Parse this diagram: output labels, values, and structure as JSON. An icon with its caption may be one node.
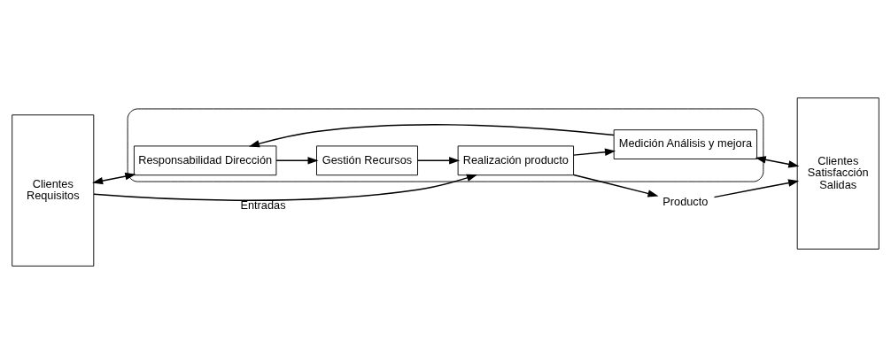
{
  "diagram": {
    "nodes": [
      {
        "text": [
          "Clientes",
          "Requisitos"
        ]
      },
      {
        "text": [],
        "shape": "ellipse"
      },
      {
        "text": [
          "Responsabilidad Dirección"
        ],
        "in": 1
      },
      {
        "text": [
          "Gestión Recursos"
        ],
        "in": 1
      },
      {
        "text": [
          "Medición Análisis y mejora"
        ],
        "in": 1
      },
      {
        "text": [
          "Realización producto"
        ],
        "in": 1
      },
      {
        "text": [
          "Clientes",
          "Satisfacción",
          "Salidas"
        ]
      },
      {
        "text": [
          "Producto"
        ]
      }
    ],
    "edges": [
      {
        "from": 0,
        "to": 2,
        "arrow": "both"
      },
      {
        "from": 2,
        "to": 3,
        "arrow": "to"
      },
      {
        "from": 3,
        "to": 5,
        "arrow": "to"
      },
      {
        "from": 5,
        "to": 4,
        "arrow": "to"
      },
      {
        "from": 4,
        "to": 2,
        "arrow": "to"
      },
      {
        "from": 4,
        "to": 6,
        "arrow": "both"
      },
      {
        "from": 0,
        "to": 5,
        "arrow": "to",
        "label": "Entradas"
      },
      {
        "from": 5,
        "to": 7,
        "arrow": "to"
      },
      {
        "from": 7,
        "to": 6,
        "arrow": "to"
      }
    ]
  }
}
